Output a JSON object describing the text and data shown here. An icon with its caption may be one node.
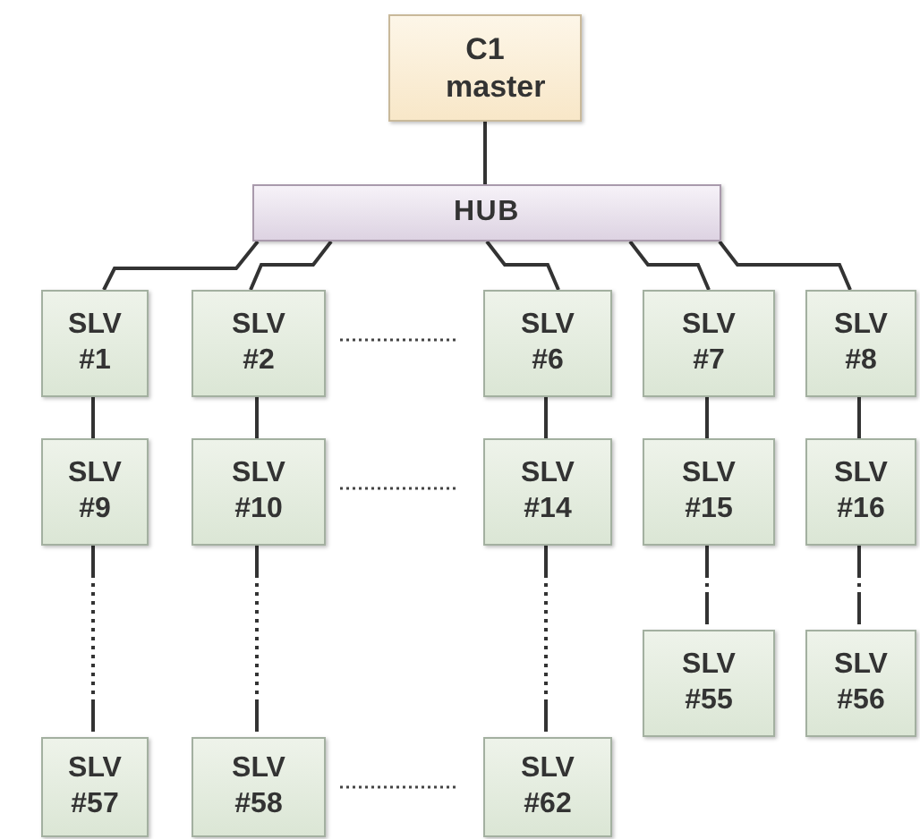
{
  "diagram": {
    "nodes": [
      {
        "text": [
          "C1 master"
        ]
      },
      {
        "text": [
          "HUB"
        ]
      },
      {
        "text": [
          "SLV #1"
        ]
      },
      {
        "text": [
          "SLV #2"
        ]
      },
      {
        "text": [
          "SLV #6"
        ]
      },
      {
        "text": [
          "SLV #7"
        ]
      },
      {
        "text": [
          "SLV #8"
        ]
      },
      {
        "text": [
          "SLV #9"
        ]
      },
      {
        "text": [
          "SLV #10"
        ]
      },
      {
        "text": [
          "SLV #14"
        ]
      },
      {
        "text": [
          "SLV #15"
        ]
      },
      {
        "text": [
          "SLV #16"
        ]
      },
      {
        "text": [
          "SLV #55"
        ]
      },
      {
        "text": [
          "SLV #56"
        ]
      },
      {
        "text": [
          "SLV #57"
        ]
      },
      {
        "text": [
          "SLV #58"
        ]
      },
      {
        "text": [
          "SLV #62"
        ]
      }
    ],
    "edges": [
      {
        "from": 0,
        "to": 1,
        "arrow": "none"
      },
      {
        "from": 1,
        "to": 2,
        "arrow": "none"
      },
      {
        "from": 1,
        "to": 3,
        "arrow": "none"
      },
      {
        "from": 1,
        "to": 4,
        "arrow": "none"
      },
      {
        "from": 1,
        "to": 5,
        "arrow": "none"
      },
      {
        "from": 1,
        "to": 6,
        "arrow": "none"
      },
      {
        "from": 2,
        "to": 7,
        "arrow": "none"
      },
      {
        "from": 3,
        "to": 8,
        "arrow": "none"
      },
      {
        "from": 4,
        "to": 9,
        "arrow": "none"
      },
      {
        "from": 5,
        "to": 10,
        "arrow": "none"
      },
      {
        "from": 6,
        "to": 11,
        "arrow": "none"
      },
      {
        "from": 7,
        "to": 14,
        "arrow": "none",
        "style": "dashed"
      },
      {
        "from": 8,
        "to": 15,
        "arrow": "none",
        "style": "dashed"
      },
      {
        "from": 9,
        "to": 16,
        "arrow": "none",
        "style": "dashed"
      },
      {
        "from": 10,
        "to": 12,
        "arrow": "none",
        "style": "dashed"
      },
      {
        "from": 11,
        "to": 13,
        "arrow": "none",
        "style": "dashed"
      }
    ]
  }
}
